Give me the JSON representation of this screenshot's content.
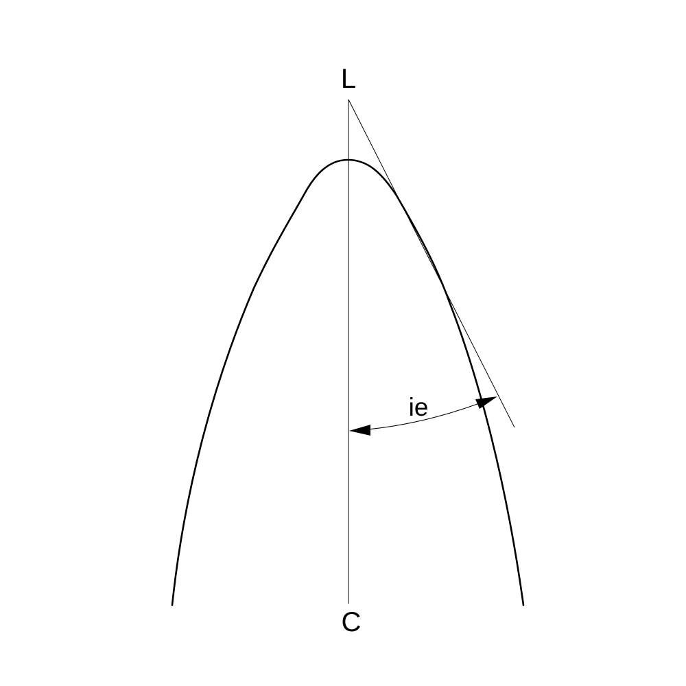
{
  "labels": {
    "top_point": "L",
    "bottom_point": "C",
    "angle": "ie"
  },
  "colors": {
    "stroke": "#000000",
    "background": "#ffffff"
  }
}
